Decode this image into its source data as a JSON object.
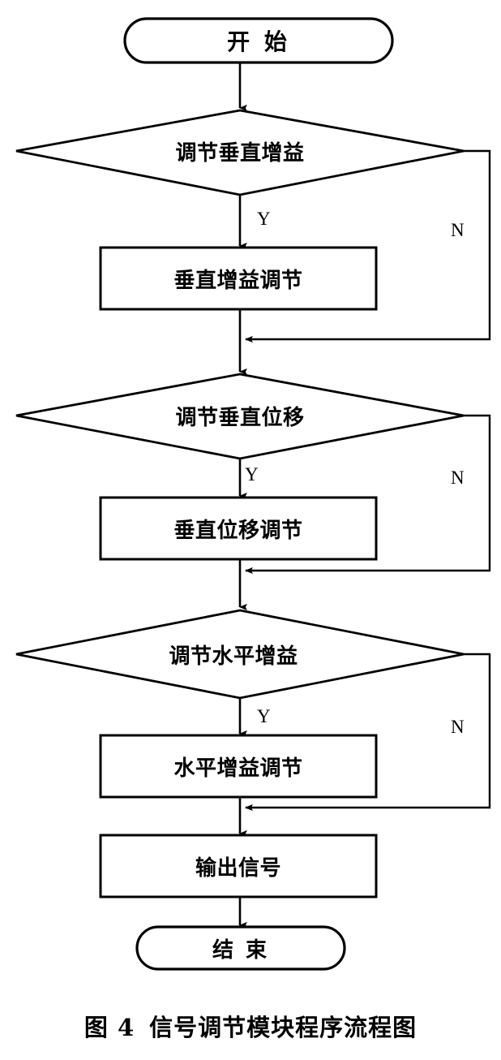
{
  "figure": {
    "caption_number": "图 4",
    "caption_text": "信号调节模块程序流程图",
    "caption_full": "图 4  信号调节模块程序流程图",
    "line_color": "#000000",
    "background_color": "#ffffff",
    "text_color": "#000000"
  },
  "flowchart": {
    "title": "信号调节模块程序流程图",
    "type": "flowchart",
    "orientation": "top-to-bottom",
    "nodes": [
      {
        "id": "start",
        "shape": "stadium",
        "label": "开  始"
      },
      {
        "id": "dec1",
        "shape": "diamond",
        "label": "调节垂直增益"
      },
      {
        "id": "proc1",
        "shape": "rectangle",
        "label": "垂直增益调节"
      },
      {
        "id": "dec2",
        "shape": "diamond",
        "label": "调节垂直位移"
      },
      {
        "id": "proc2",
        "shape": "rectangle",
        "label": "垂直位移调节"
      },
      {
        "id": "dec3",
        "shape": "diamond",
        "label": "调节水平增益"
      },
      {
        "id": "proc3",
        "shape": "rectangle",
        "label": "水平增益调节"
      },
      {
        "id": "output",
        "shape": "rectangle",
        "label": "输出信号"
      },
      {
        "id": "end",
        "shape": "stadium",
        "label": "结  束"
      }
    ],
    "branch_labels": {
      "yes": "Y",
      "no": "N"
    },
    "edges": [
      {
        "from": "start",
        "to": "dec1",
        "label": ""
      },
      {
        "from": "dec1",
        "to": "proc1",
        "label": "Y"
      },
      {
        "from": "dec1",
        "to": "dec2",
        "label": "N"
      },
      {
        "from": "proc1",
        "to": "dec2",
        "label": ""
      },
      {
        "from": "dec2",
        "to": "proc2",
        "label": "Y"
      },
      {
        "from": "dec2",
        "to": "dec3",
        "label": "N"
      },
      {
        "from": "proc2",
        "to": "dec3",
        "label": ""
      },
      {
        "from": "dec3",
        "to": "proc3",
        "label": "Y"
      },
      {
        "from": "dec3",
        "to": "output",
        "label": "N"
      },
      {
        "from": "proc3",
        "to": "output",
        "label": ""
      },
      {
        "from": "output",
        "to": "end",
        "label": ""
      }
    ]
  }
}
